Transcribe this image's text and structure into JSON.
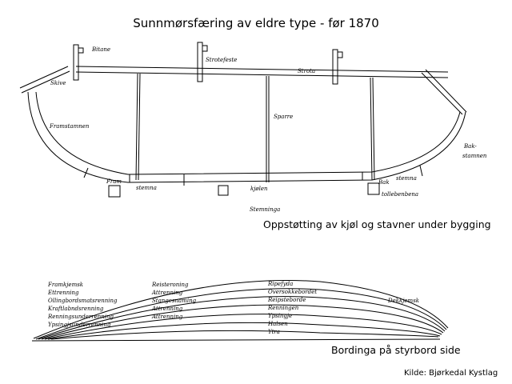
{
  "title": "Sunnmørsfæring av eldre type - før 1870",
  "caption_top": "Oppstøtting av kjøl og stavner under bygging",
  "caption_bottom": "Bordinga på styrbord side",
  "source": "Kilde: Bjørkedal Kystlag",
  "top_labels": {
    "bitane": "Bitane",
    "strotefeste": "Strotefeste",
    "strota": "Strota",
    "skive": "Skive",
    "framstamnen": "Framstamnen",
    "sparre": "Sparre",
    "bakstamnen1": "Bak-",
    "bakstamnen2": "stamnen",
    "fram": "Fram",
    "stemna1": "stemna",
    "kjolen": "kjølen",
    "bak": "Bak",
    "stemna2": "stemna",
    "tollebenbena": "tollebenbena",
    "stemninga": "Stemninga"
  },
  "bottom_labels": {
    "framkjemsk": "Framkjemsk",
    "dekkjemsk": "Dekkjemsk",
    "ripa": "Ripefyda",
    "oversokkebordet": "Oversokkebordet",
    "reipsteborde": "Reipsteborde",
    "renningen": "Renningen",
    "ypsingje": "Ypsingje",
    "halsen": "Halsen",
    "ytra": "Ytra",
    "l1": "Ettrenning",
    "l2": "Reisteroning",
    "l3": "Ollingbordsmatsrenning",
    "l4": "Attrenning",
    "l5": "Kraftlabndsrenning",
    "l6": "Stangesnaming",
    "l7": "Attrenning",
    "l8": "Renningsunderrenning",
    "l9": "Attrenning",
    "l10": "Ypsingjsunderrenning"
  }
}
